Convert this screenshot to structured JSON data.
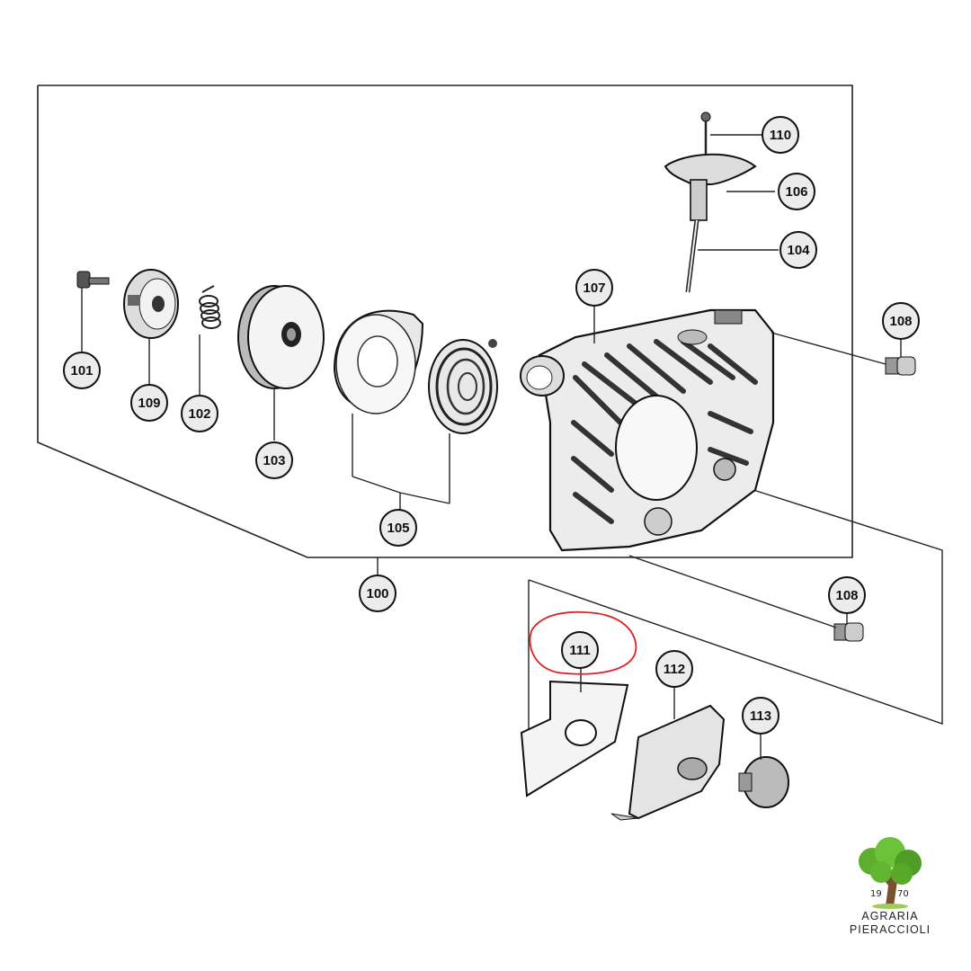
{
  "diagram": {
    "labels": [
      "101",
      "109",
      "102",
      "103",
      "105",
      "100",
      "107",
      "110",
      "106",
      "104",
      "108",
      "108",
      "111",
      "112",
      "113"
    ],
    "highlight": {
      "target": "111",
      "color": "#e02020"
    }
  },
  "brand": {
    "year_left": "19",
    "year_right": "70",
    "line1": "AGRARIA",
    "line2": "PIERACCIOLI"
  }
}
